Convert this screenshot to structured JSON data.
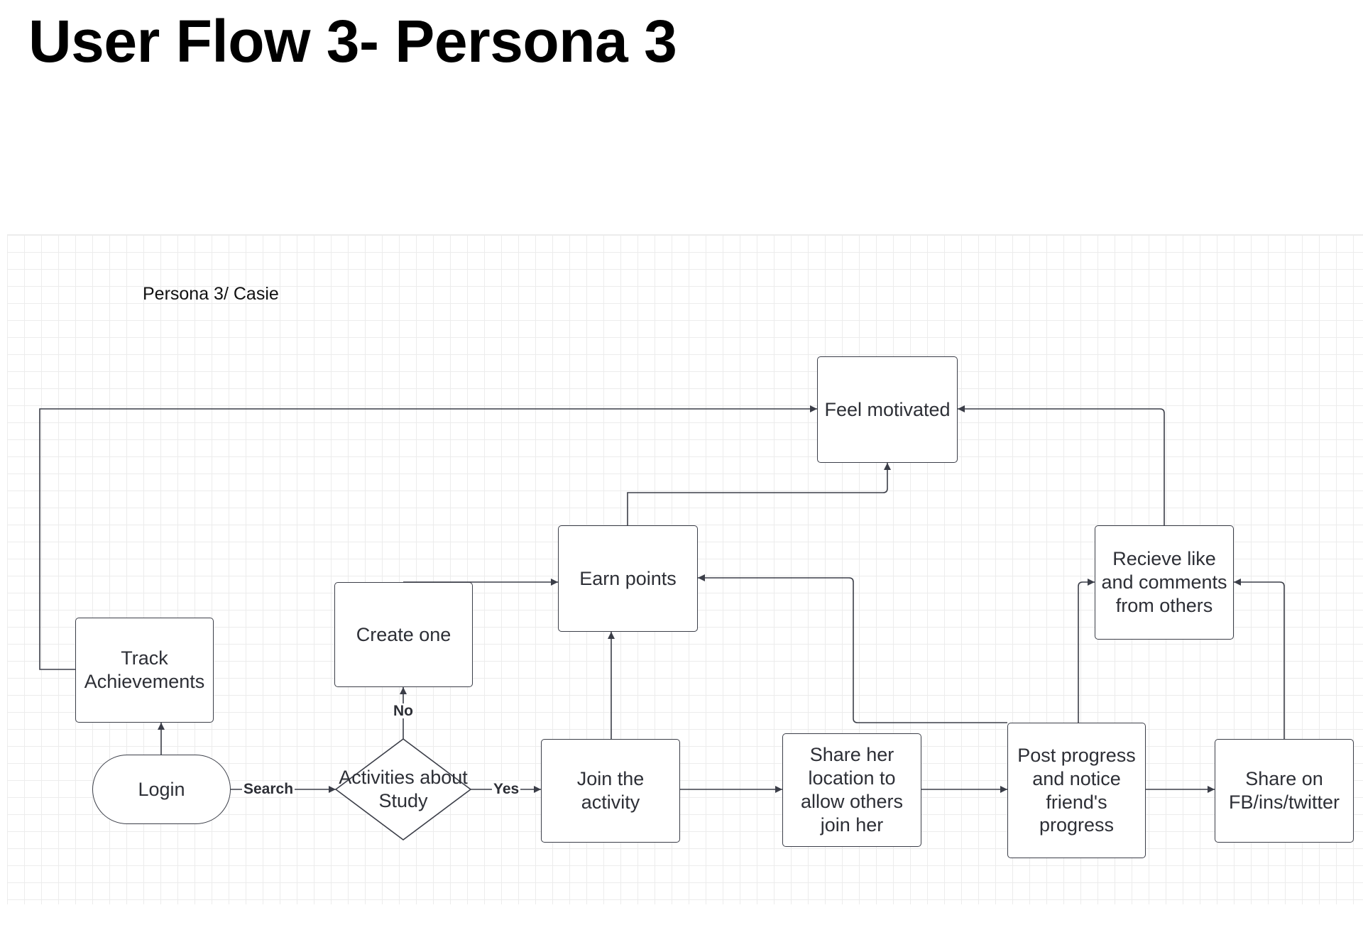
{
  "page": {
    "title": "User Flow 3- Persona 3",
    "persona_label": "Persona 3/ Casie"
  },
  "nodes": {
    "login": "Login",
    "track": "Track Achievements",
    "decision": "Activities about Study",
    "create": "Create one",
    "join": "Join the activity",
    "earn": "Earn points",
    "feel": "Feel motivated",
    "share_loc": "Share her location to allow others join her",
    "post": "Post progress and notice friend's progress",
    "share_fb": "Share on FB/ins/twitter",
    "receive": "Recieve like and comments from others"
  },
  "edge_labels": {
    "search": "Search",
    "yes": "Yes",
    "no": "No"
  },
  "colors": {
    "line": "#3b3e48",
    "grid": "#ececec",
    "text": "#2d2f36"
  }
}
